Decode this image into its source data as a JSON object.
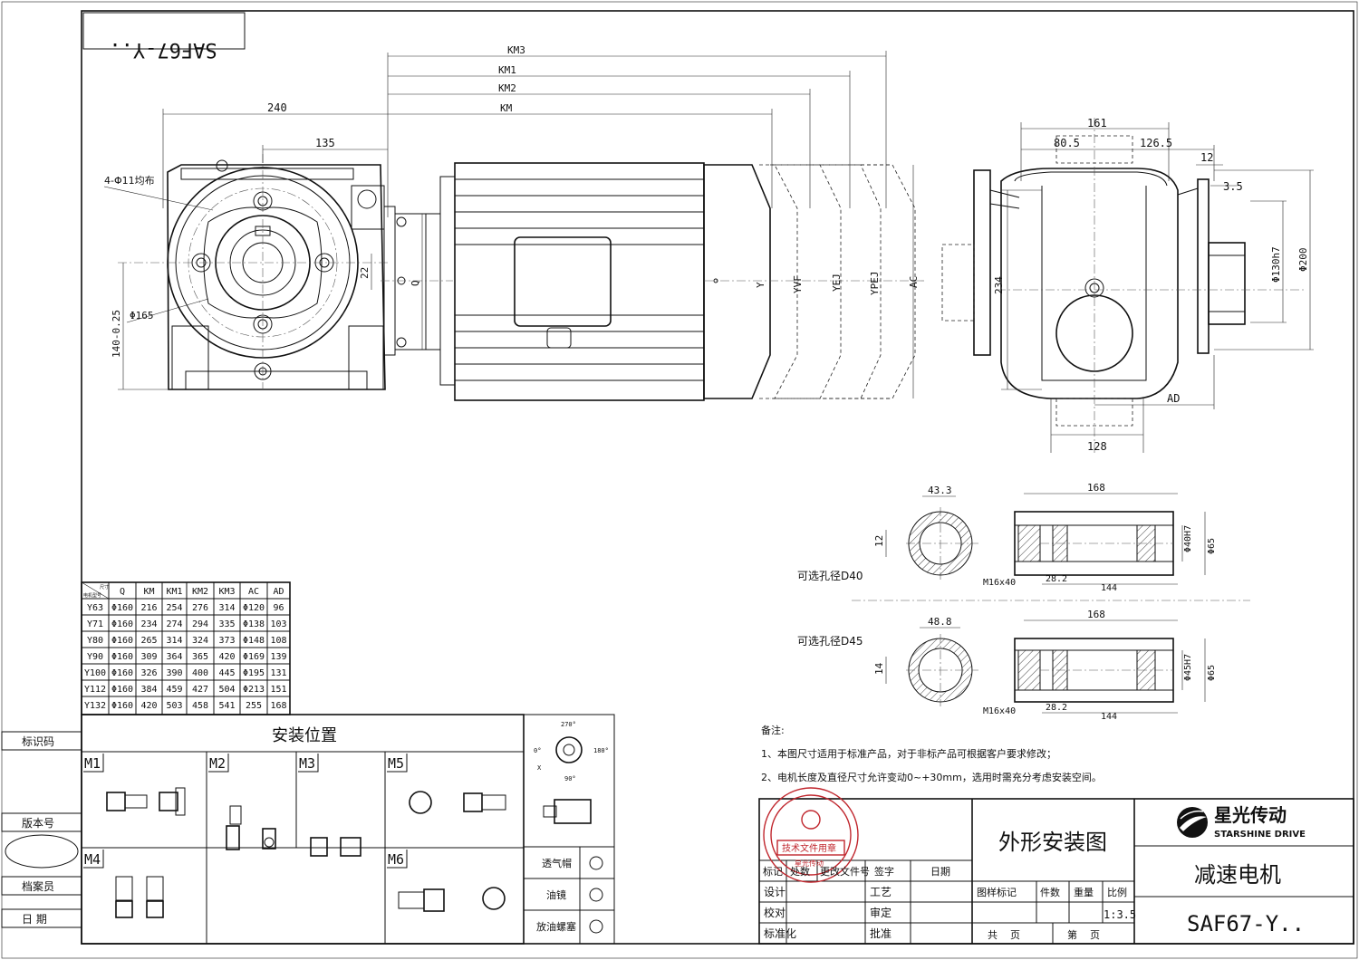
{
  "title_box": {
    "model_mirrored": "SAF67-Y.."
  },
  "dimensions": {
    "km3": "KM3",
    "km1": "KM1",
    "km2": "KM2",
    "km": "KM",
    "d240": "240",
    "d135": "135",
    "holes": "4-Φ11均布",
    "d165": "Φ165",
    "d22": "22",
    "d140": "140-0.25",
    "q": "Q",
    "y": "Y",
    "yvf": "YVF",
    "yej": "YEJ",
    "ypej": "YPEJ",
    "ac": "AC",
    "d161": "161",
    "d80_5": "80.5",
    "d126_5": "126.5",
    "d12": "12",
    "d3_5": "3.5",
    "d234": "234",
    "d130h7": "Φ130h7",
    "d200": "Φ200",
    "ad": "AD",
    "d128": "128"
  },
  "bore_options": [
    {
      "label": "可选孔径D40",
      "key_width": "43.3",
      "key_depth": "12",
      "length": "168",
      "bore": "Φ40H7",
      "outer": "Φ65",
      "thread": "M16x40",
      "d28": "28.2",
      "d144": "144"
    },
    {
      "label": "可选孔径D45",
      "key_width": "48.8",
      "key_depth": "14",
      "length": "168",
      "bore": "Φ45H7",
      "outer": "Φ65",
      "thread": "M16x40",
      "d28": "28.2",
      "d144": "144"
    }
  ],
  "spec_table": {
    "corner_top": "尺寸",
    "corner_bottom": "电机型号",
    "headers": [
      "Q",
      "KM",
      "KM1",
      "KM2",
      "KM3",
      "AC",
      "AD"
    ],
    "rows": [
      [
        "Y63",
        "Φ160",
        "216",
        "254",
        "276",
        "314",
        "Φ120",
        "96"
      ],
      [
        "Y71",
        "Φ160",
        "234",
        "274",
        "294",
        "335",
        "Φ138",
        "103"
      ],
      [
        "Y80",
        "Φ160",
        "265",
        "314",
        "324",
        "373",
        "Φ148",
        "108"
      ],
      [
        "Y90",
        "Φ160",
        "309",
        "364",
        "365",
        "420",
        "Φ169",
        "139"
      ],
      [
        "Y100",
        "Φ160",
        "326",
        "390",
        "400",
        "445",
        "Φ195",
        "131"
      ],
      [
        "Y112",
        "Φ160",
        "384",
        "459",
        "427",
        "504",
        "Φ213",
        "151"
      ],
      [
        "Y132",
        "Φ160",
        "420",
        "503",
        "458",
        "541",
        "255",
        "168"
      ]
    ]
  },
  "mounting": {
    "title": "安装位置",
    "positions": [
      "M1",
      "M2",
      "M3",
      "M5",
      "M4",
      "M6"
    ],
    "angles": [
      "270°",
      "0°",
      "180°",
      "90°"
    ],
    "axis_x": "X",
    "legend": [
      "透气帽",
      "油镜",
      "放油螺塞"
    ]
  },
  "side_labels": [
    "标识码",
    "版本号",
    "档案员",
    "日    期"
  ],
  "notes": {
    "heading": "备注:",
    "items": [
      "1、本图尺寸适用于标准产品，对于非标产品可根据客户要求修改；",
      "2、电机长度及直径尺寸允许变动0~+30mm，选用时需充分考虑安装空间。"
    ]
  },
  "title_block": {
    "stamp_main": "技术文件用章",
    "stamp_sub": "星光传动",
    "rev_headers": [
      "标记",
      "处数",
      "更改文件号",
      "签字",
      "日期"
    ],
    "role_rows": [
      [
        "设计",
        "工艺"
      ],
      [
        "校对",
        "审定"
      ],
      [
        "标准化",
        "批准"
      ]
    ],
    "drawing_name": "外形安装图",
    "attr_headers": [
      "图样标记",
      "件数",
      "重量",
      "比例"
    ],
    "scale": "1:3.5",
    "sheet_total": "共    页",
    "sheet_no": "第    页",
    "brand_cn": "星光传动",
    "brand_en": "STARSHINE DRIVE",
    "product": "减速电机",
    "model": "SAF67-Y.."
  }
}
